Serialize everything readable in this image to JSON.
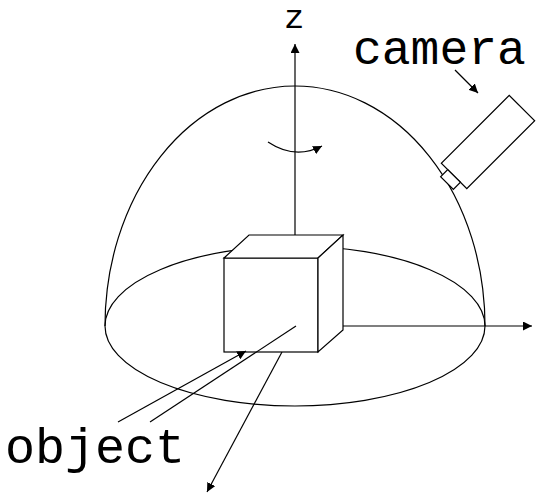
{
  "diagram": {
    "labels": [
      "z",
      "camera",
      "object"
    ]
  }
}
